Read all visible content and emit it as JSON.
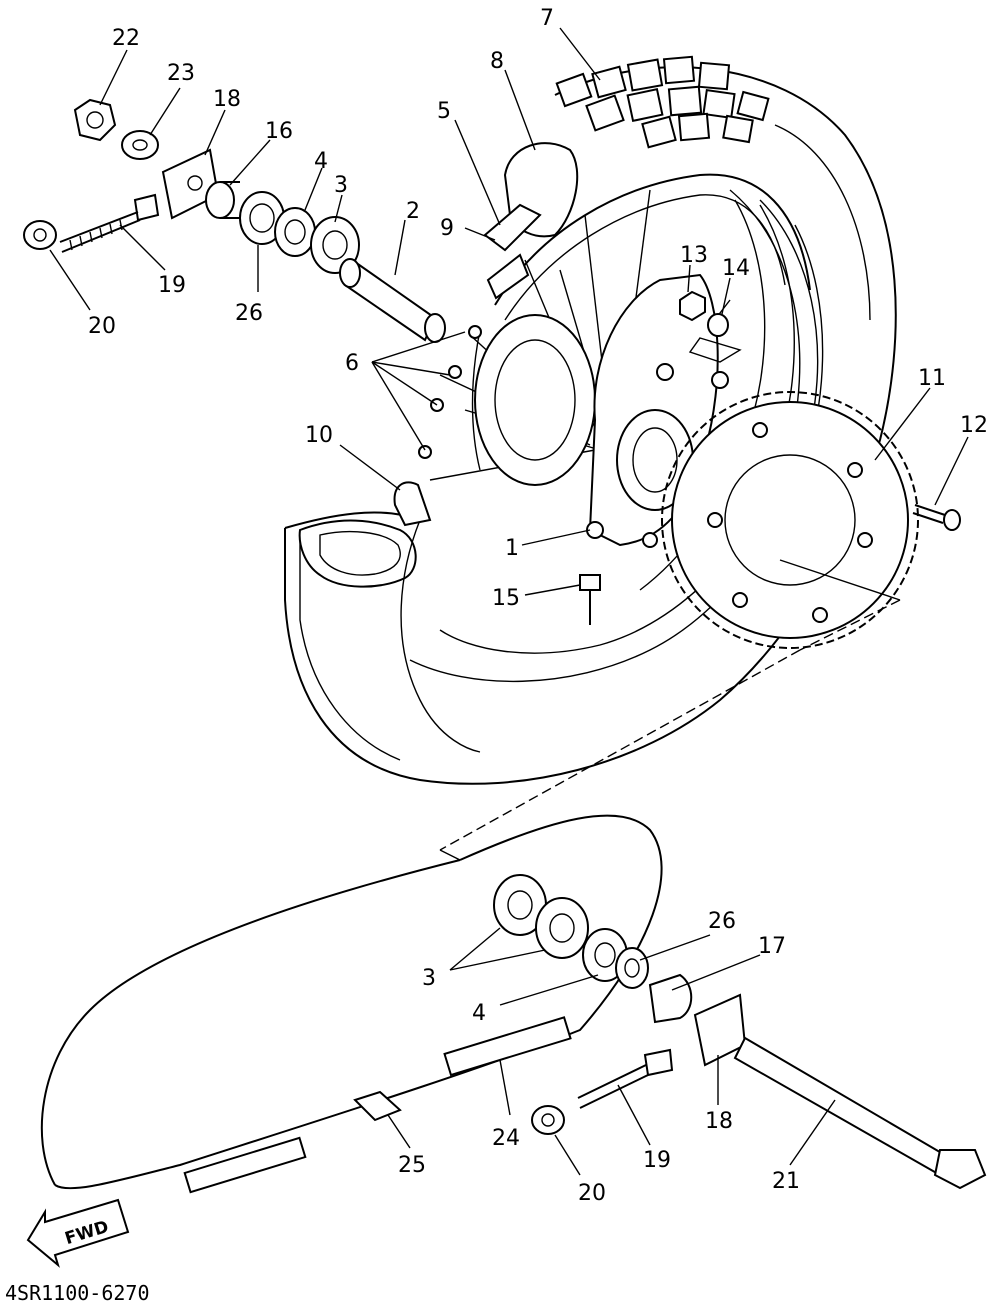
{
  "diagram_code": "4SR1100-6270",
  "fwd_label": "FWD",
  "callouts": {
    "c1": "1",
    "c2": "2",
    "c3a": "3",
    "c3b": "3",
    "c4a": "4",
    "c4b": "4",
    "c5": "5",
    "c6": "6",
    "c7": "7",
    "c8": "8",
    "c9": "9",
    "c10": "10",
    "c11": "11",
    "c12": "12",
    "c13": "13",
    "c14": "14",
    "c15": "15",
    "c16": "16",
    "c17": "17",
    "c18a": "18",
    "c18b": "18",
    "c19a": "19",
    "c19b": "19",
    "c20a": "20",
    "c20b": "20",
    "c21": "21",
    "c22": "22",
    "c23": "23",
    "c24": "24",
    "c25": "25",
    "c26a": "26",
    "c26b": "26"
  }
}
